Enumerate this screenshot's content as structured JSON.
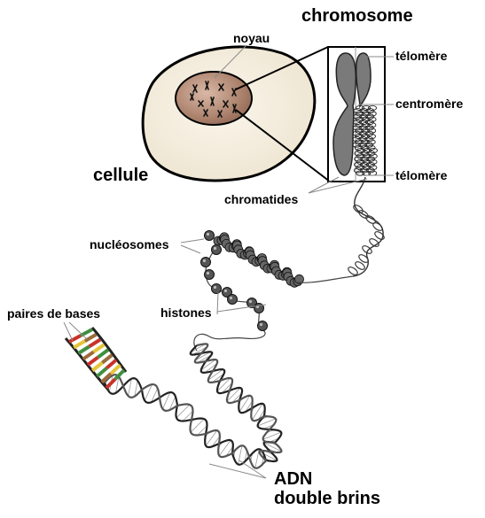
{
  "labels": {
    "chromosome": "chromosome",
    "noyau": "noyau",
    "cellule": "cellule",
    "telomere_top": "télomère",
    "centromere": "centromère",
    "telomere_bottom": "télomère",
    "chromatides": "chromatides",
    "nucleosomes": "nucléosomes",
    "histones": "histones",
    "paires_de_bases": "paires de bases",
    "adn_line1": "ADN",
    "adn_line2": "double brins"
  },
  "colors": {
    "cytoplasm": "#f3ecdd",
    "nucleus": "#a97f6a",
    "chromosome_gray": "#7a7a7a",
    "outline": "#000000",
    "leader_line": "#8a8a8a",
    "base_pair_colors": [
      "#c8322a",
      "#e5c43a",
      "#3f8f3f",
      "#9b6b3a"
    ]
  }
}
